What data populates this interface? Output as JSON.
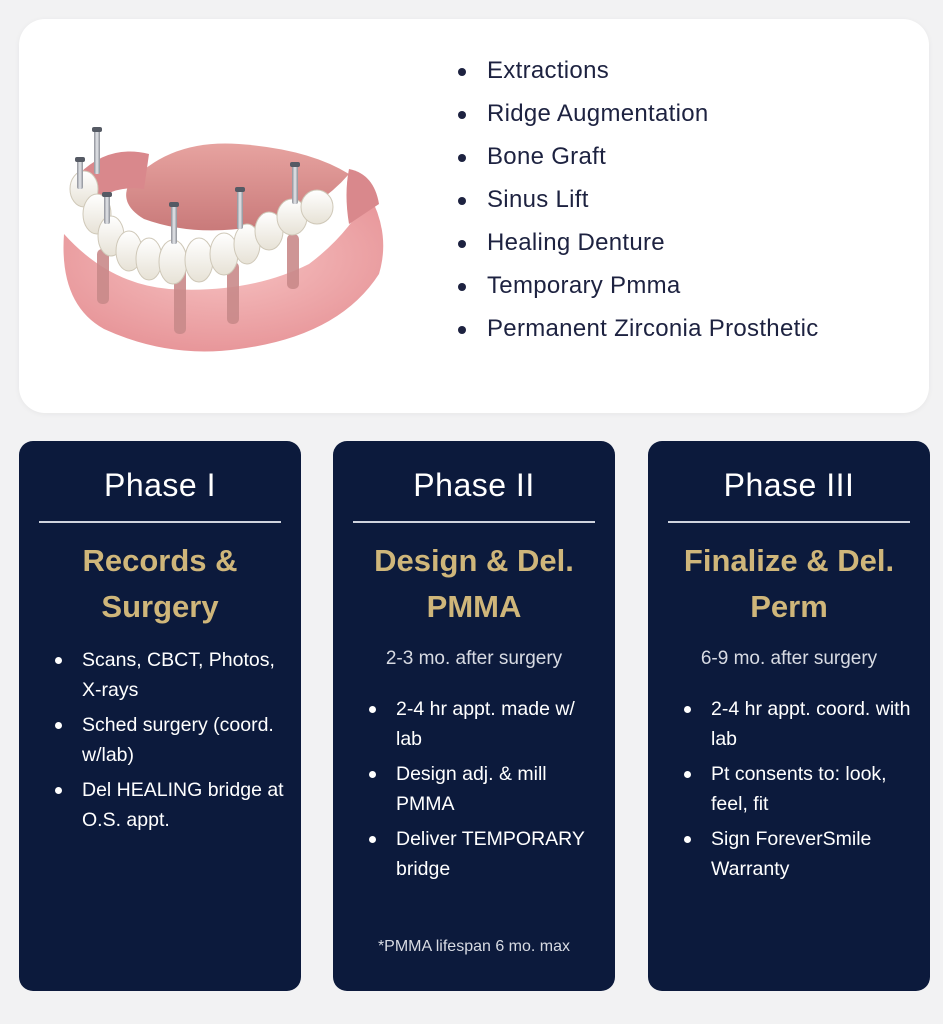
{
  "procedures": [
    "Extractions",
    "Ridge Augmentation",
    "Bone Graft",
    "Sinus Lift",
    "Healing Denture",
    "Temporary Pmma",
    "Permanent Zirconia Prosthetic"
  ],
  "phases": [
    {
      "title": "Phase I",
      "heading_line1": "Records &",
      "heading_line2": "Surgery",
      "items": [
        "Scans, CBCT, Photos, X-rays",
        "Sched surgery (coord. w/lab)",
        "Del HEALING bridge at O.S. appt."
      ]
    },
    {
      "title": "Phase II",
      "heading_line1": "Design & Del.",
      "heading_line2": "PMMA",
      "subtitle": "2-3 mo. after surgery",
      "items": [
        "2-4 hr appt. made w/ lab",
        "Design adj. & mill PMMA",
        "Deliver TEMPORARY bridge"
      ],
      "note": "*PMMA lifespan 6 mo. max"
    },
    {
      "title": "Phase III",
      "heading_line1": "Finalize & Del.",
      "heading_line2": "Perm",
      "subtitle": "6-9 mo. after surgery",
      "items": [
        "2-4 hr appt. coord. with lab",
        "Pt consents to: look, feel, fit",
        "Sign ForeverSmile Warranty"
      ]
    }
  ],
  "colors": {
    "navy": "#0c1a3c",
    "gold": "#cfb67a",
    "gum": "#f0a8a8"
  },
  "icons": {
    "illustration": "dental-implant-arch-illustration"
  }
}
